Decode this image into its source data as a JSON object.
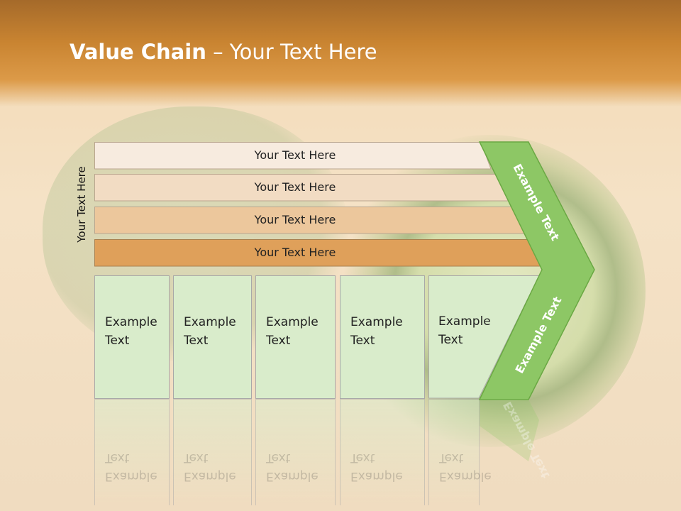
{
  "slide": {
    "title_bold": "Value Chain",
    "title_rest": " – Your Text Here",
    "side_label": "Your Text Here"
  },
  "bars": [
    {
      "label": "Your Text Here",
      "color": "#f7ebdf"
    },
    {
      "label": "Your Text Here",
      "color": "#f2dcc3"
    },
    {
      "label": "Your Text Here",
      "color": "#ecc79c"
    },
    {
      "label": "Your Text Here",
      "color": "#dfa05a"
    }
  ],
  "boxes": [
    {
      "line1": "Example",
      "line2": "Text"
    },
    {
      "line1": "Example",
      "line2": "Text"
    },
    {
      "line1": "Example",
      "line2": "Text"
    },
    {
      "line1": "Example",
      "line2": "Text"
    },
    {
      "line1": "Example",
      "line2": "Text"
    }
  ],
  "chevron": {
    "top_label": "Example Text",
    "bottom_label": "Example Text",
    "color": "#8dc765",
    "border": "#6aa843"
  }
}
